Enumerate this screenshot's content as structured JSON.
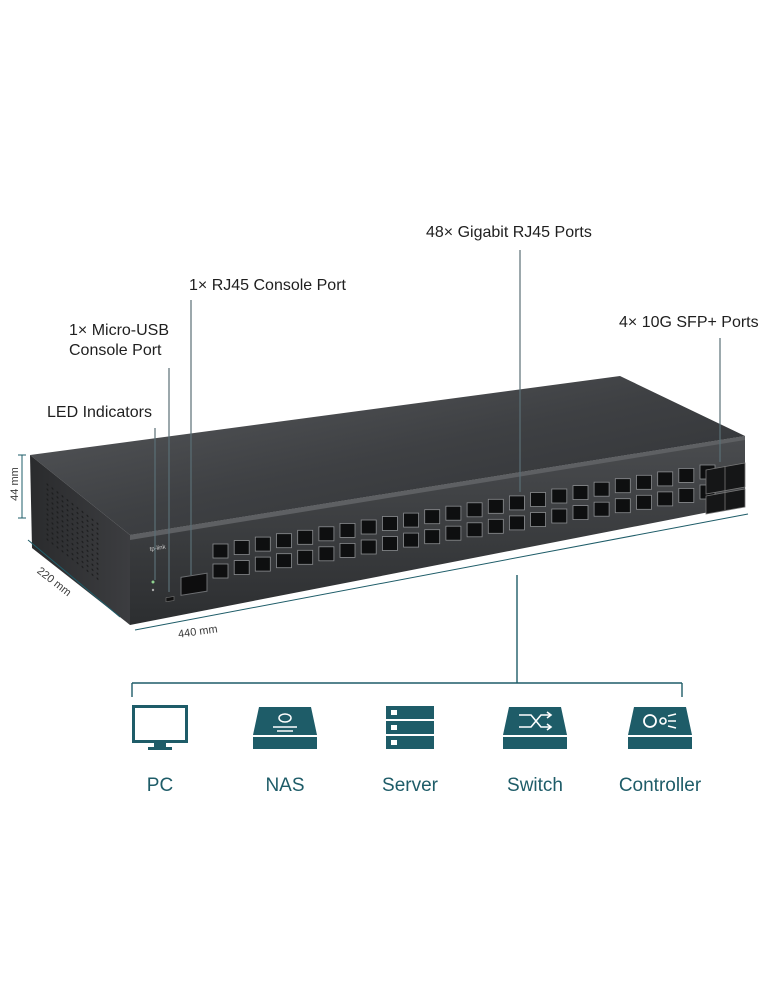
{
  "callouts": {
    "gigabit": "48× Gigabit RJ45 Ports",
    "console": "1× RJ45 Console Port",
    "usb_line1": "1× Micro-USB",
    "usb_line2": "Console Port",
    "led": "LED Indicators",
    "sfp": "4× 10G SFP+ Ports"
  },
  "dimensions": {
    "height": "44 mm",
    "depth": "220 mm",
    "width": "440 mm"
  },
  "devices": [
    {
      "label": "PC",
      "icon": "monitor-icon"
    },
    {
      "label": "NAS",
      "icon": "nas-icon"
    },
    {
      "label": "Server",
      "icon": "server-icon"
    },
    {
      "label": "Switch",
      "icon": "switch-icon"
    },
    {
      "label": "Controller",
      "icon": "controller-icon"
    }
  ],
  "colors": {
    "icon_teal": "#1e5c68",
    "line": "#1e5c68",
    "chassis": "#3b3d3f"
  }
}
